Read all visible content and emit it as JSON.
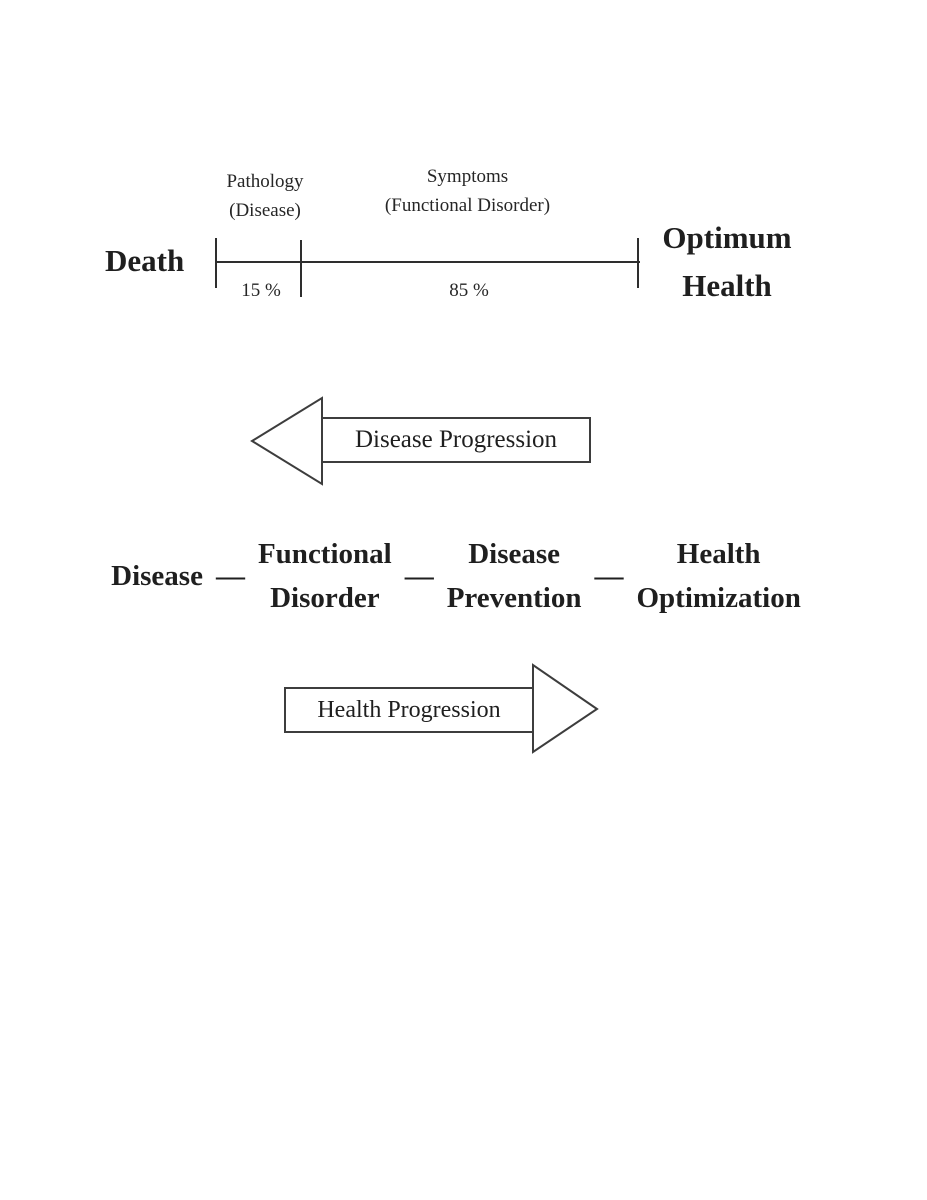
{
  "spectrum": {
    "left_label": "Death",
    "right_label_line1": "Optimum",
    "right_label_line2": "Health",
    "segment1_top_line1": "Pathology",
    "segment1_top_line2": "(Disease)",
    "segment2_top_line1": "Symptoms",
    "segment2_top_line2": "(Functional Disorder)",
    "segment1_pct": "15 %",
    "segment2_pct": "85 %"
  },
  "arrows": {
    "disease": {
      "label": "Disease Progression",
      "direction": "left"
    },
    "health": {
      "label": "Health Progression",
      "direction": "right"
    }
  },
  "stages": {
    "separator": "—",
    "items": [
      {
        "line1": "Disease",
        "line2": ""
      },
      {
        "line1": "Functional",
        "line2": "Disorder"
      },
      {
        "line1": "Disease",
        "line2": "Prevention"
      },
      {
        "line1": "Health",
        "line2": "Optimization"
      }
    ]
  },
  "colors": {
    "background": "#ffffff",
    "ink": "#1f1f1f",
    "arrow_outline": "#3d3d3d"
  }
}
